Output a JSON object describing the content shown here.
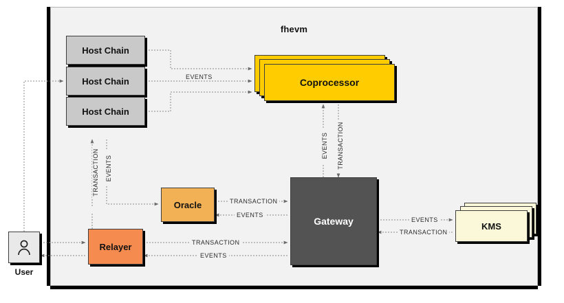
{
  "diagram": {
    "title": "fhevm",
    "actor": {
      "label": "User",
      "icon": "user-person-icon"
    },
    "nodes": {
      "host_chain_1": "Host Chain",
      "host_chain_2": "Host Chain",
      "host_chain_3": "Host Chain",
      "coprocessor": "Coprocessor",
      "oracle": "Oracle",
      "relayer": "Relayer",
      "gateway": "Gateway",
      "kms": "KMS"
    },
    "edge_labels": {
      "hostchain_to_coprocessor": "EVENTS",
      "hostchain_transaction": "TRANSACTION",
      "hostchain_events": "EVENTS",
      "coprocessor_events_up": "EVENTS",
      "coprocessor_transaction_down": "TRANSACTION",
      "oracle_to_gateway": "TRANSACTION",
      "gateway_to_oracle": "EVENTS",
      "relayer_to_gateway": "TRANSACTION",
      "gateway_to_relayer": "EVENTS",
      "gateway_to_kms": "EVENTS",
      "kms_to_gateway": "TRANSACTION"
    },
    "colors": {
      "page_background": "#ffffff",
      "container_background": "#f2f2f2",
      "host_chain": "#c9c9c9",
      "coprocessor": "#ffcc00",
      "oracle": "#f2b155",
      "relayer": "#f68b4f",
      "gateway": "#535353",
      "kms": "#fbf8da",
      "user_box": "#e9e9e9",
      "wire": "#808080",
      "shadow": "#000000"
    }
  }
}
